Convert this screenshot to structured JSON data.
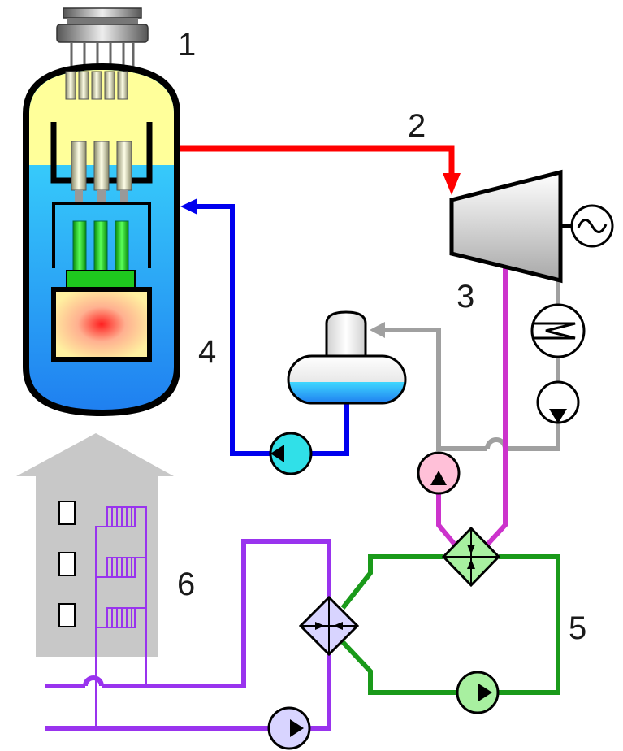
{
  "labels": {
    "reactor": "1",
    "steam_line": "2",
    "turbine_stage": "3",
    "feedwater_loop": "4",
    "intermediate_loop": "5",
    "consumer": "6"
  },
  "colors": {
    "steam": "#ff0000",
    "feedwater": "#0000ff",
    "condensate": "#a0a0a0",
    "extraction": "#cc33cc",
    "intermediate": "#1a9a1a",
    "district_heating": "#9933ee",
    "building": "#c8c8c8"
  },
  "icons": {
    "generator": "generator-icon",
    "pump": "pump-icon",
    "heat_exchanger": "heat-exchanger-icon",
    "condenser": "condenser-icon"
  }
}
